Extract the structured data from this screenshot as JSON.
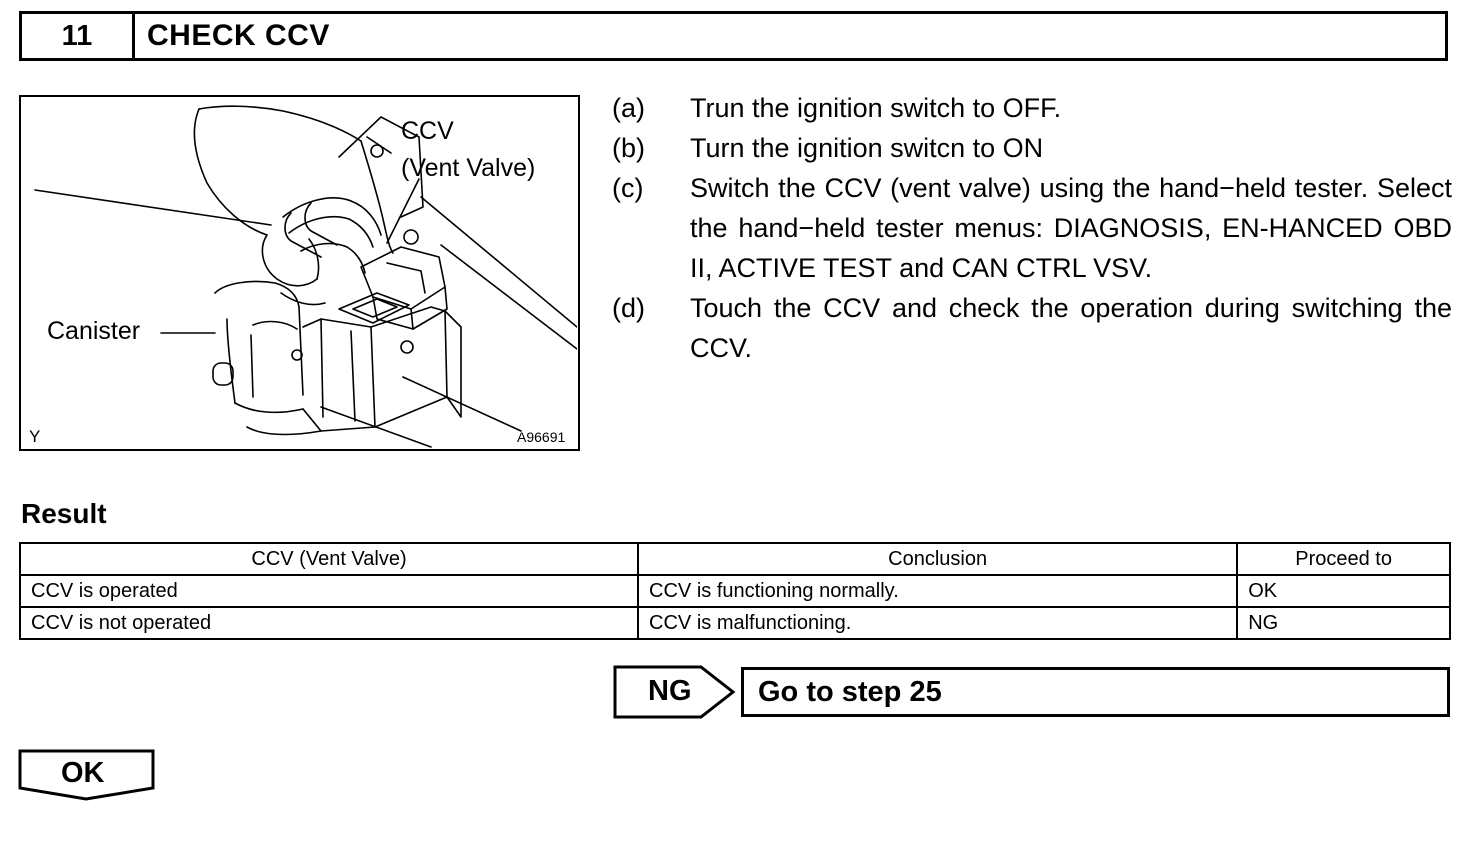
{
  "step": {
    "number": "11",
    "title": "CHECK CCV"
  },
  "figure": {
    "label_ccv": "CCV",
    "label_vent_valve": "(Vent Valve)",
    "label_canister": "Canister",
    "corner_code": "Y",
    "figure_id": "A96691"
  },
  "instructions": [
    {
      "letter": "(a)",
      "text": "Trun the ignition switch to OFF."
    },
    {
      "letter": "(b)",
      "text": "Turn the ignition switcn to ON"
    },
    {
      "letter": "(c)",
      "text": "Switch the CCV (vent valve) using the hand−held tester. Select the hand−held tester menus: DIAGNOSIS, EN-HANCED OBD II, ACTIVE TEST and CAN CTRL VSV."
    },
    {
      "letter": "(d)",
      "text": "Touch the CCV and check the operation during switching the CCV."
    }
  ],
  "result": {
    "heading": "Result",
    "columns": [
      "CCV (Vent Valve)",
      "Conclusion",
      "Proceed to"
    ],
    "rows": [
      [
        "CCV is operated",
        "CCV is functioning normally.",
        "OK"
      ],
      [
        "CCV is not operated",
        "CCV is malfunctioning.",
        "NG"
      ]
    ]
  },
  "ng_branch": {
    "label": "NG",
    "action": "Go to step 25"
  },
  "ok_branch": {
    "label": "OK"
  }
}
